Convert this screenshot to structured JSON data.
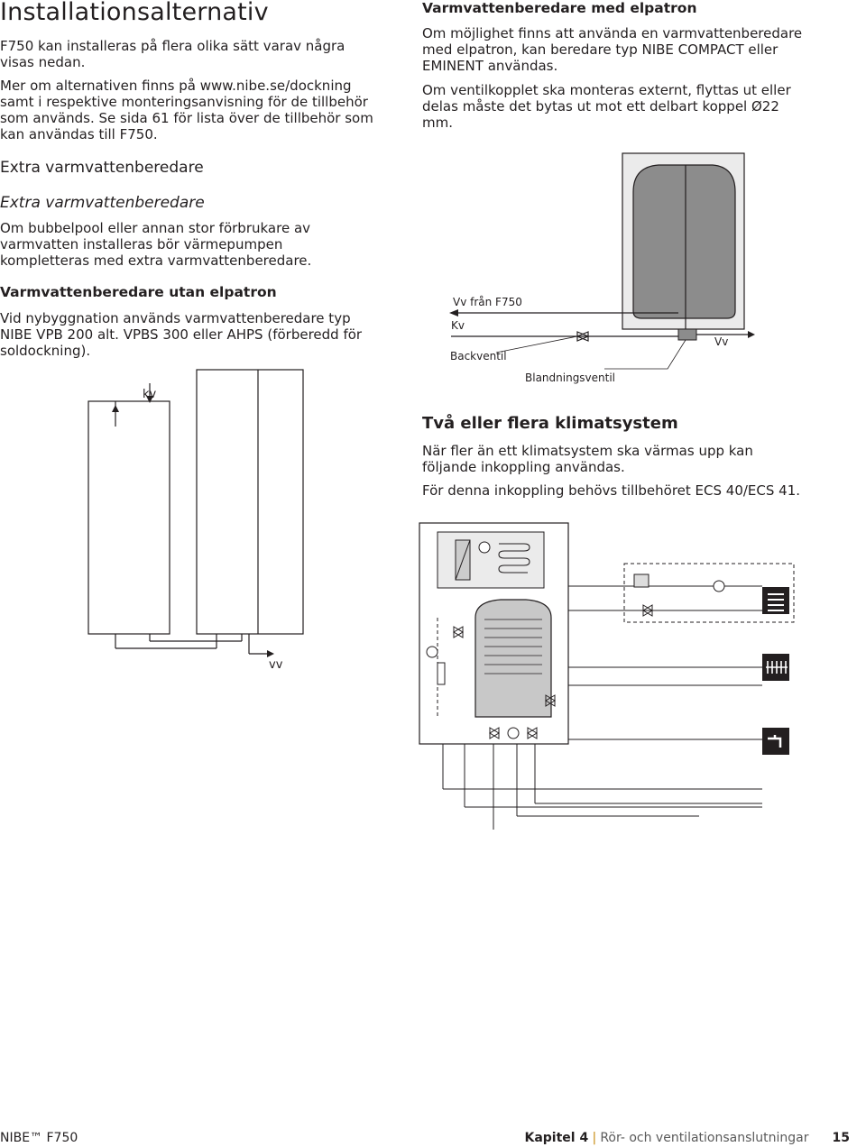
{
  "page_title": "Installationsalternativ",
  "left": {
    "intro_p1": "F750 kan installeras på flera olika sätt varav några visas nedan.",
    "intro_p2": "Mer om alternativen finns på www.nibe.se/dockning samt i respektive monteringsanvisning för de tillbehör som används. Se sida 61 för lista över de tillbehör som kan användas till F750.",
    "section_heading": "Extra varmvattenberedare",
    "sub_heading": "Extra varmvattenberedare",
    "sub_para": "Om bubbelpool eller annan stor förbrukare av varmvatten installeras bör värmepumpen kompletteras med extra varmvattenberedare.",
    "no_elpatron_heading": "Varmvattenberedare utan elpatron",
    "no_elpatron_para": "Vid nybyggnation används varmvattenberedare typ NIBE VPB 200 alt. VPBS 300 eller AHPS (förberedd för soldockning).",
    "diagram": {
      "kv_label": "kv",
      "vv_label": "vv"
    }
  },
  "right": {
    "with_elpatron_heading": "Varmvattenberedare med elpatron",
    "with_elpatron_p1": "Om möjlighet finns att använda en varmvattenberedare med elpatron, kan beredare typ NIBE COMPACT eller EMINENT användas.",
    "with_elpatron_p2": "Om ventilkopplet ska monteras externt, flyttas ut eller delas måste det bytas ut mot ett delbart koppel Ø22 mm.",
    "diagram": {
      "vv_fran_label": "Vv från F750",
      "kv_label": "Kv",
      "backventil_label": "Backventil",
      "blandningsventil_label": "Blandningsventil",
      "vv_label": "Vv"
    },
    "multi_heading": "Två eller flera klimatsystem",
    "multi_p1": "När fler än ett klimatsystem ska värmas upp kan följande inkoppling användas.",
    "multi_p2": "För denna inkoppling behövs tillbehöret ECS 40/ECS 41."
  },
  "footer": {
    "brand": "NIBE™ F750",
    "chapter_label": "Kapitel 4",
    "separator": "|",
    "chapter_title": "Rör- och ventilationsanslutningar",
    "page_number": "15"
  },
  "colors": {
    "text": "#231f20",
    "tank_fill": "#8c8c8c",
    "panel_fill": "#ebebeb",
    "footer_accent": "#d6a84b"
  }
}
